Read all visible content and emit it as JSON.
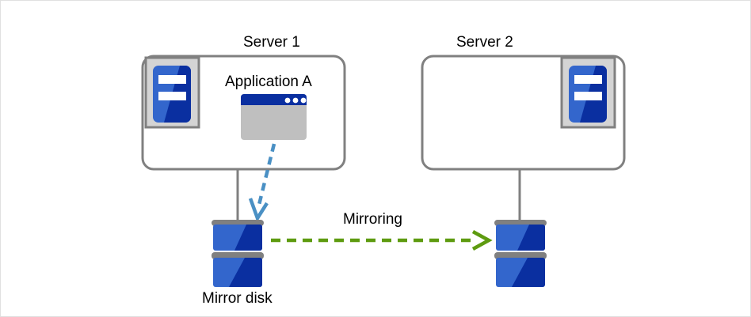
{
  "diagram": {
    "title_server1": "Server 1",
    "title_server2": "Server 2",
    "app_label": "Application A",
    "mirroring_label": "Mirroring",
    "disk_label": "Mirror disk",
    "colors": {
      "canvas_border": "#e0e0e0",
      "box_stroke": "#808080",
      "connector": "#808080",
      "server_icon_frame": "#d4d4d4",
      "server_icon_frame_stroke": "#808080",
      "server_icon_blue_light": "#3366CC",
      "server_icon_blue_dark": "#0A2FA0",
      "app_window_titlebar": "#0A2FA0",
      "app_window_body": "#bfbfbf",
      "app_window_dot": "#ffffff",
      "disk_blue_light": "#3366CC",
      "disk_blue_dark": "#0A2FA0",
      "disk_platter_gray": "#808080",
      "write_arrow": "#4A90C4",
      "mirroring_arrow": "#5E9B10",
      "text": "#000000"
    },
    "icons": {
      "server1_icon": "server-icon",
      "server2_icon": "server-icon",
      "app_window": "application-window-icon",
      "disk_left": "mirror-disk-icon",
      "disk_right": "mirror-disk-icon",
      "write_arrow": "dashed-write-arrow-icon",
      "mirroring_arrow": "dashed-mirroring-arrow-icon"
    }
  }
}
